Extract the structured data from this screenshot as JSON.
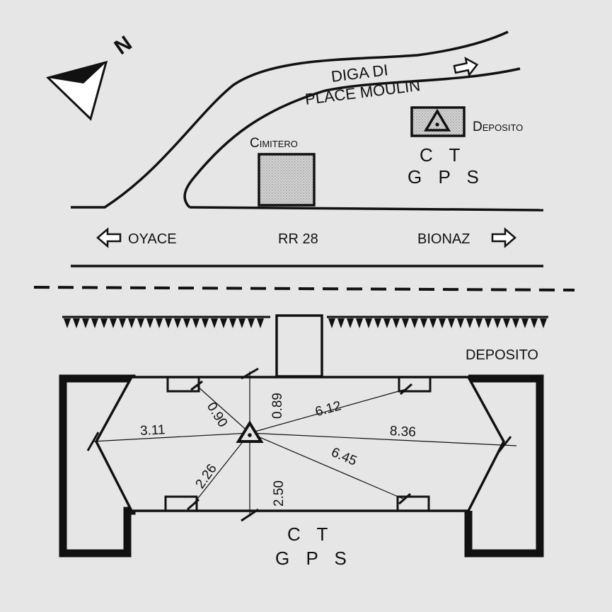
{
  "colors": {
    "background": "#e6e6e6",
    "ink": "#111111",
    "fill_dotted": "#cfcfcf"
  },
  "icons": {
    "north_arrow": "north-arrow-icon",
    "control_point": "triangle-point-icon",
    "arrow": "right-arrow-icon"
  },
  "north_label": "N",
  "upper": {
    "road_label_line1": "DIGA DI",
    "road_label_line2": "PLACE MOULIN",
    "cemetery_label": "Cimitero",
    "deposit_label": "Deposito",
    "ct_line1": "C T",
    "ct_line2": "G P S",
    "left_label": "OYACE",
    "road_number": "RR 28",
    "right_label": "BIONAZ"
  },
  "lower": {
    "title": "DEPOSITO",
    "ct_line1": "C T",
    "ct_line2": "G P S",
    "measurements": [
      "3.11",
      "0.90",
      "0.89",
      "6.12",
      "8.36",
      "2.26",
      "2.50",
      "6.45"
    ]
  }
}
